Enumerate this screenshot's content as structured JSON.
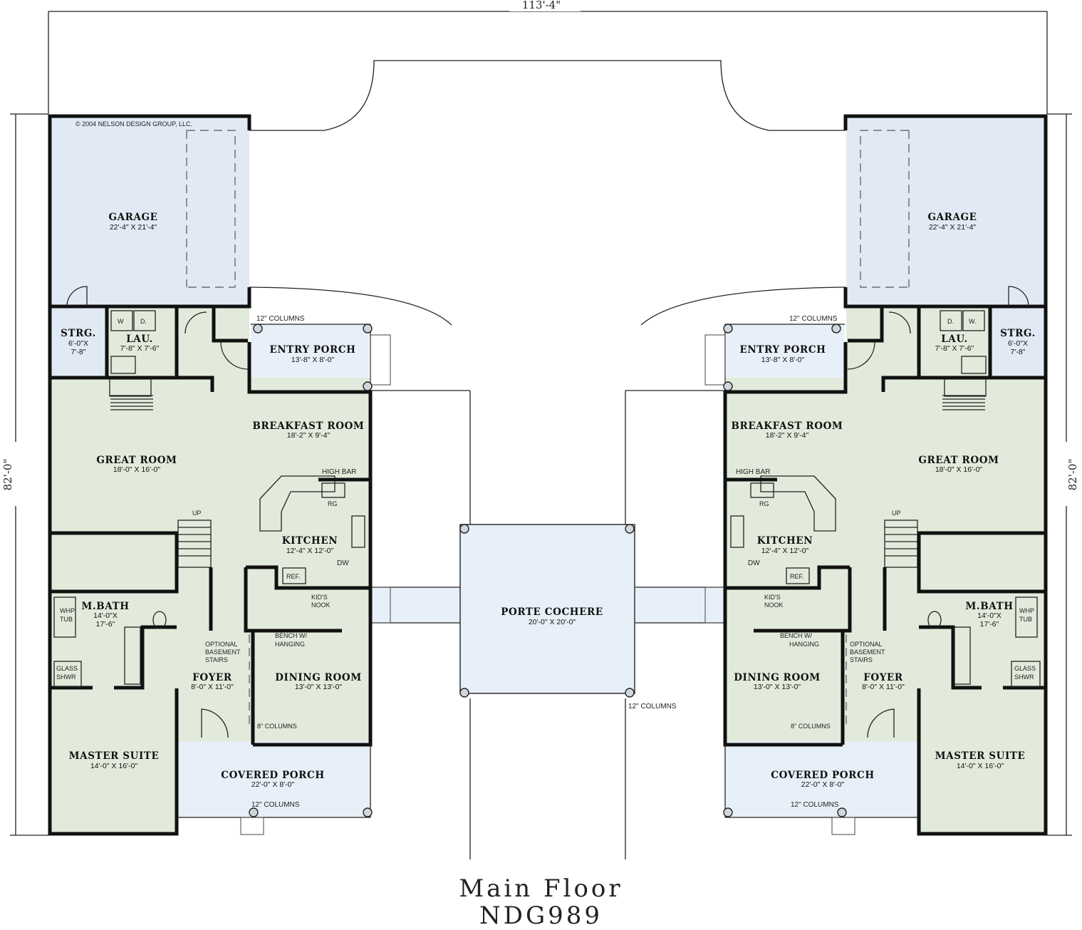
{
  "overall": {
    "width": "113'-4\"",
    "depth_left": "82'-0\"",
    "depth_right": "82'-0\""
  },
  "copyright": "© 2004 NELSON DESIGN GROUP, LLC.",
  "title": {
    "line1": "Main Floor",
    "line2": "NDG989"
  },
  "center": {
    "porte_cochere": {
      "name": "PORTE COCHERE",
      "dim": "20'-0\" X 20'-0\""
    },
    "columns_note": "12\" COLUMNS"
  },
  "left": {
    "garage": {
      "name": "GARAGE",
      "dim": "22'-4\" X 21'-4\""
    },
    "storage": {
      "name": "STRG.",
      "dim1": "6'-0\"X",
      "dim2": "7'-8\""
    },
    "laundry": {
      "name": "LAU.",
      "dim": "7'-8\" X 7'-6\"",
      "washer": "W",
      "dryer": "D."
    },
    "entry_porch": {
      "name": "ENTRY PORCH",
      "dim": "13'-8\" X 8'-0\"",
      "columns": "12\" COLUMNS"
    },
    "breakfast": {
      "name": "BREAKFAST ROOM",
      "dim": "18'-2\" X 9'-4\""
    },
    "great_room": {
      "name": "GREAT ROOM",
      "dim": "18'-0\" X 16'-0\""
    },
    "high_bar": "HIGH BAR",
    "rg": "RG",
    "up": "UP",
    "kitchen": {
      "name": "KITCHEN",
      "dim": "12'-4\" X 12'-0\""
    },
    "dw": "DW",
    "ref": "REF.",
    "kids_nook1": "KID'S",
    "kids_nook2": "NOOK",
    "mbath": {
      "name": "M.BATH",
      "dim1": "14'-0\"X",
      "dim2": "17'-6\""
    },
    "whp1": "WHP",
    "whp2": "TUB",
    "glass1": "GLASS",
    "glass2": "SHWR",
    "optional1": "OPTIONAL",
    "optional2": "BASEMENT",
    "optional3": "STAIRS",
    "bench1": "BENCH W/",
    "bench2": "HANGING",
    "foyer": {
      "name": "FOYER",
      "dim": "8'-0\" X 11'-0\""
    },
    "dining": {
      "name": "DINING ROOM",
      "dim": "13'-0\" X 13'-0\""
    },
    "columns8": "8\" COLUMNS",
    "master": {
      "name": "MASTER SUITE",
      "dim": "14'-0\" X 16'-0\""
    },
    "covered_porch": {
      "name": "COVERED PORCH",
      "dim": "22'-0\" X 8'-0\"",
      "columns": "12\" COLUMNS"
    }
  },
  "right": {
    "garage": {
      "name": "GARAGE",
      "dim": "22'-4\" X 21'-4\""
    },
    "storage": {
      "name": "STRG.",
      "dim1": "6'-0\"X",
      "dim2": "7'-8\""
    },
    "laundry": {
      "name": "LAU.",
      "dim": "7'-8\" X 7'-6\"",
      "washer": "W.",
      "dryer": "D."
    },
    "entry_porch": {
      "name": "ENTRY PORCH",
      "dim": "13'-8\" X 8'-0\"",
      "columns": "12\" COLUMNS"
    },
    "breakfast": {
      "name": "BREAKFAST ROOM",
      "dim": "18'-2\" X 9'-4\""
    },
    "great_room": {
      "name": "GREAT ROOM",
      "dim": "18'-0\" X 16'-0\""
    },
    "high_bar": "HIGH BAR",
    "rg": "RG",
    "up": "UP",
    "kitchen": {
      "name": "KITCHEN",
      "dim": "12'-4\" X 12'-0\""
    },
    "dw": "DW",
    "ref": "REF.",
    "kids_nook1": "KID'S",
    "kids_nook2": "NOOK",
    "mbath": {
      "name": "M.BATH",
      "dim1": "14'-0\"X",
      "dim2": "17'-6\""
    },
    "whp1": "WHP",
    "whp2": "TUB",
    "glass1": "GLASS",
    "glass2": "SHWR",
    "optional1": "OPTIONAL",
    "optional2": "BASEMENT",
    "optional3": "STAIRS",
    "bench1": "BENCH W/",
    "bench2": "HANGING",
    "foyer": {
      "name": "FOYER",
      "dim": "8'-0\" X 11'-0\""
    },
    "dining": {
      "name": "DINING ROOM",
      "dim": "13'-0\" X 13'-0\""
    },
    "columns8": "8\" COLUMNS",
    "master": {
      "name": "MASTER SUITE",
      "dim": "14'-0\" X 16'-0\""
    },
    "covered_porch": {
      "name": "COVERED PORCH",
      "dim": "22'-0\" X 8'-0\"",
      "columns": "12\" COLUMNS"
    }
  },
  "colors": {
    "room": "#e2ebdb",
    "porch": "#e7f0f8",
    "garage": "#e1eaf4",
    "wall": "#111111"
  }
}
